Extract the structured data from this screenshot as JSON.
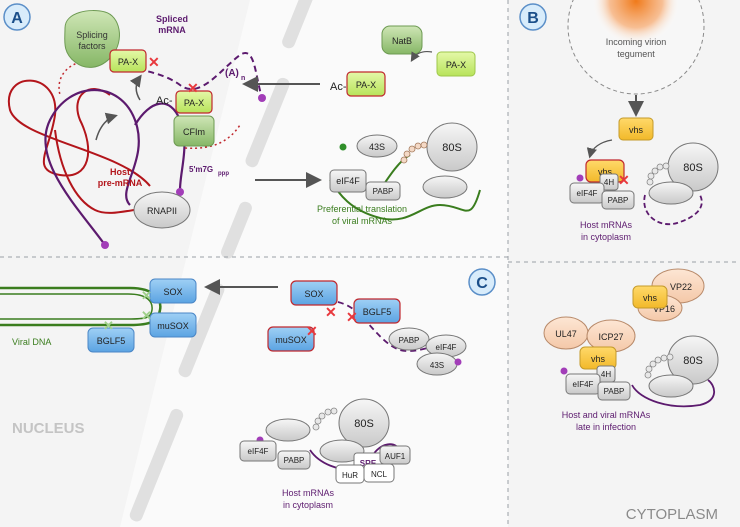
{
  "panels": {
    "a": "A",
    "b": "B",
    "c": "C"
  },
  "regions": {
    "nucleus": "NUCLEUS",
    "cytoplasm": "CYTOPLASM"
  },
  "panel_a": {
    "splicing_factors": [
      "Splicing",
      "factors"
    ],
    "spliced_mrna": [
      "Spliced",
      "mRNA"
    ],
    "pa_x": "PA-X",
    "poly_a": "(A)",
    "poly_a_sub": "n",
    "ac": "Ac-",
    "cfim": "CFIm",
    "natb": "NatB",
    "host_premrna": [
      "Host",
      "pre-mRNA"
    ],
    "cap": "5'm7G",
    "cap_sub": "ppp",
    "rnapii": "RNAPII",
    "s43": "43S",
    "s80": "80S",
    "eif4f": "eIF4F",
    "pabp": "PABP",
    "preferential": [
      "Preferential translation",
      "of viral mRNAs"
    ]
  },
  "panel_b": {
    "incoming": [
      "Incoming virion",
      "tegument"
    ],
    "vhs": "vhs",
    "h4": "4H",
    "eif4f": "eIF4F",
    "pabp": "PABP",
    "s80": "80S",
    "host_cyto": [
      "Host mRNAs",
      "in cytoplasm"
    ],
    "vp22": "VP22",
    "vp16": "VP16",
    "ul47": "UL47",
    "icp27": "ICP27",
    "late": [
      "Host and viral mRNAs",
      "late in infection"
    ]
  },
  "panel_c": {
    "sox": "SOX",
    "musox": "muSOX",
    "bglf5": "BGLF5",
    "viral_dna": "Viral DNA",
    "pabp": "PABP",
    "eif4f": "eIF4F",
    "s43": "43S",
    "s80": "80S",
    "sre": "SRE",
    "auf1": "AUF1",
    "hur": "HuR",
    "ncl": "NCL",
    "host_cyto": [
      "Host mRNAs",
      "in cytoplasm"
    ]
  },
  "colors": {
    "purple": "#5c1a6e",
    "dark_red": "#b3151b",
    "green": "#3a7d1e",
    "blue_box": "#6aaee8",
    "yellow_box": "#f5c542",
    "lime_box": "#c8ee7a",
    "red_cross": "#e8383d",
    "divider": "#9aa0a6",
    "light_circle": "#f2f2f2"
  }
}
